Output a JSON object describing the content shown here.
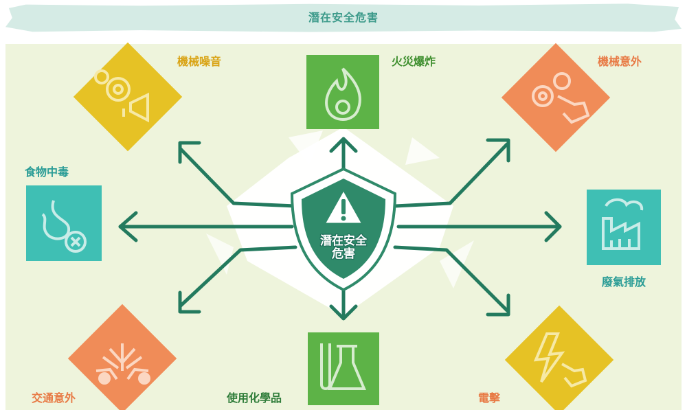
{
  "title": "潛在安全危害",
  "center": {
    "line1": "潛在安全",
    "line2": "危害",
    "icon": "warning-triangle-icon"
  },
  "hazards": {
    "machine_noise": {
      "label": "機械噪音",
      "icon": "gears-megaphone-icon",
      "color": "#e6c225"
    },
    "fire": {
      "label": "火災爆炸",
      "icon": "flame-icon",
      "color": "#5db347"
    },
    "machine_accident": {
      "label": "機械意外",
      "icon": "gears-hand-icon",
      "color": "#f08c58"
    },
    "food_poisoning": {
      "label": "食物中毒",
      "icon": "stomach-icon",
      "color": "#3fbfb4"
    },
    "waste_gas": {
      "label": "廢氣排放",
      "icon": "factory-icon",
      "color": "#3fbfb4"
    },
    "traffic": {
      "label": "交通意外",
      "icon": "crash-icon",
      "color": "#f08c58"
    },
    "chemicals": {
      "label": "使用化學品",
      "icon": "flask-icon",
      "color": "#5db347"
    },
    "electric_shock": {
      "label": "電擊",
      "icon": "lightning-hand-icon",
      "color": "#e6c225"
    }
  },
  "colors": {
    "arrow": "#237a5e",
    "shield": "#2f8a6a",
    "panel": "#eef4dc",
    "title_band": "#d5ebe5"
  }
}
